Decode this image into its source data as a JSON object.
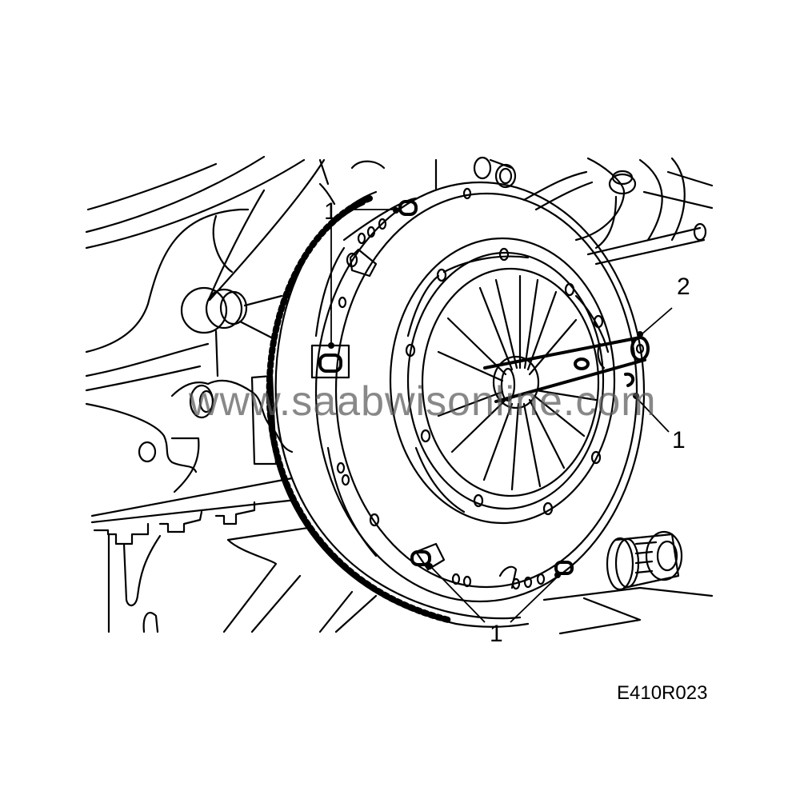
{
  "figure": {
    "code": "E410R023",
    "subject": "Clutch pressure plate on flywheel with centering tool",
    "watermark": "www.saabwisonline.com"
  },
  "callouts": [
    {
      "id": "callout-1-top",
      "label": "1",
      "target": "pressure plate bolt (top)"
    },
    {
      "id": "callout-1-right",
      "label": "1",
      "target": "pressure plate bolt (right)"
    },
    {
      "id": "callout-1-bottom",
      "label": "1",
      "target": "pressure plate bolts (bottom, two)"
    },
    {
      "id": "callout-2",
      "label": "2",
      "target": "clutch centering tool"
    }
  ],
  "colors": {
    "line": "#000000",
    "background": "#ffffff",
    "watermark": "#5a5a5a"
  }
}
